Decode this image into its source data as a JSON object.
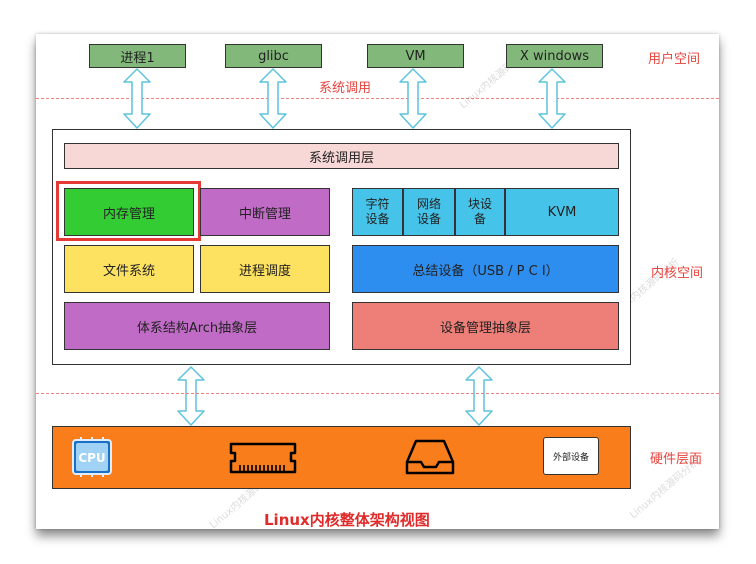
{
  "layers": {
    "user": "用户空间",
    "kernel": "内核空间",
    "hardware": "硬件层面",
    "syscall": "系统调用"
  },
  "user_space": [
    "进程1",
    "glibc",
    "VM",
    "X windows"
  ],
  "kernel_blocks": {
    "syscall_layer": "系统调用层",
    "memory": "内存管理",
    "interrupt": "中断管理",
    "char_dev": "字符\n设备",
    "net_dev": "网络\n设备",
    "block_dev": "块设\n备",
    "kvm": "KVM",
    "fs": "文件系统",
    "sched": "进程调度",
    "bus": "总结设备（USB / P C I）",
    "arch": "体系结构Arch抽象层",
    "dev_mgmt": "设备管理抽象层"
  },
  "hardware": {
    "cpu": "CPU",
    "external": "外部设备"
  },
  "title": "Linux内核整体架构视图",
  "watermark": "Linux内核源码分析",
  "colors": {
    "user_box": "#82b87a",
    "syscall_layer": "#f8d7d7",
    "memory": "#33cc33",
    "memory_highlight": "#e53935",
    "interrupt": "#c06bc6",
    "devices": "#45c3e8",
    "fs_sched": "#fde262",
    "bus": "#2e8ef0",
    "arch": "#c06bc6",
    "dev_mgmt": "#ee7f78",
    "hardware_bar": "#fa7d1c",
    "accent_text": "#e8433d",
    "arrow": "#5dc4de"
  }
}
